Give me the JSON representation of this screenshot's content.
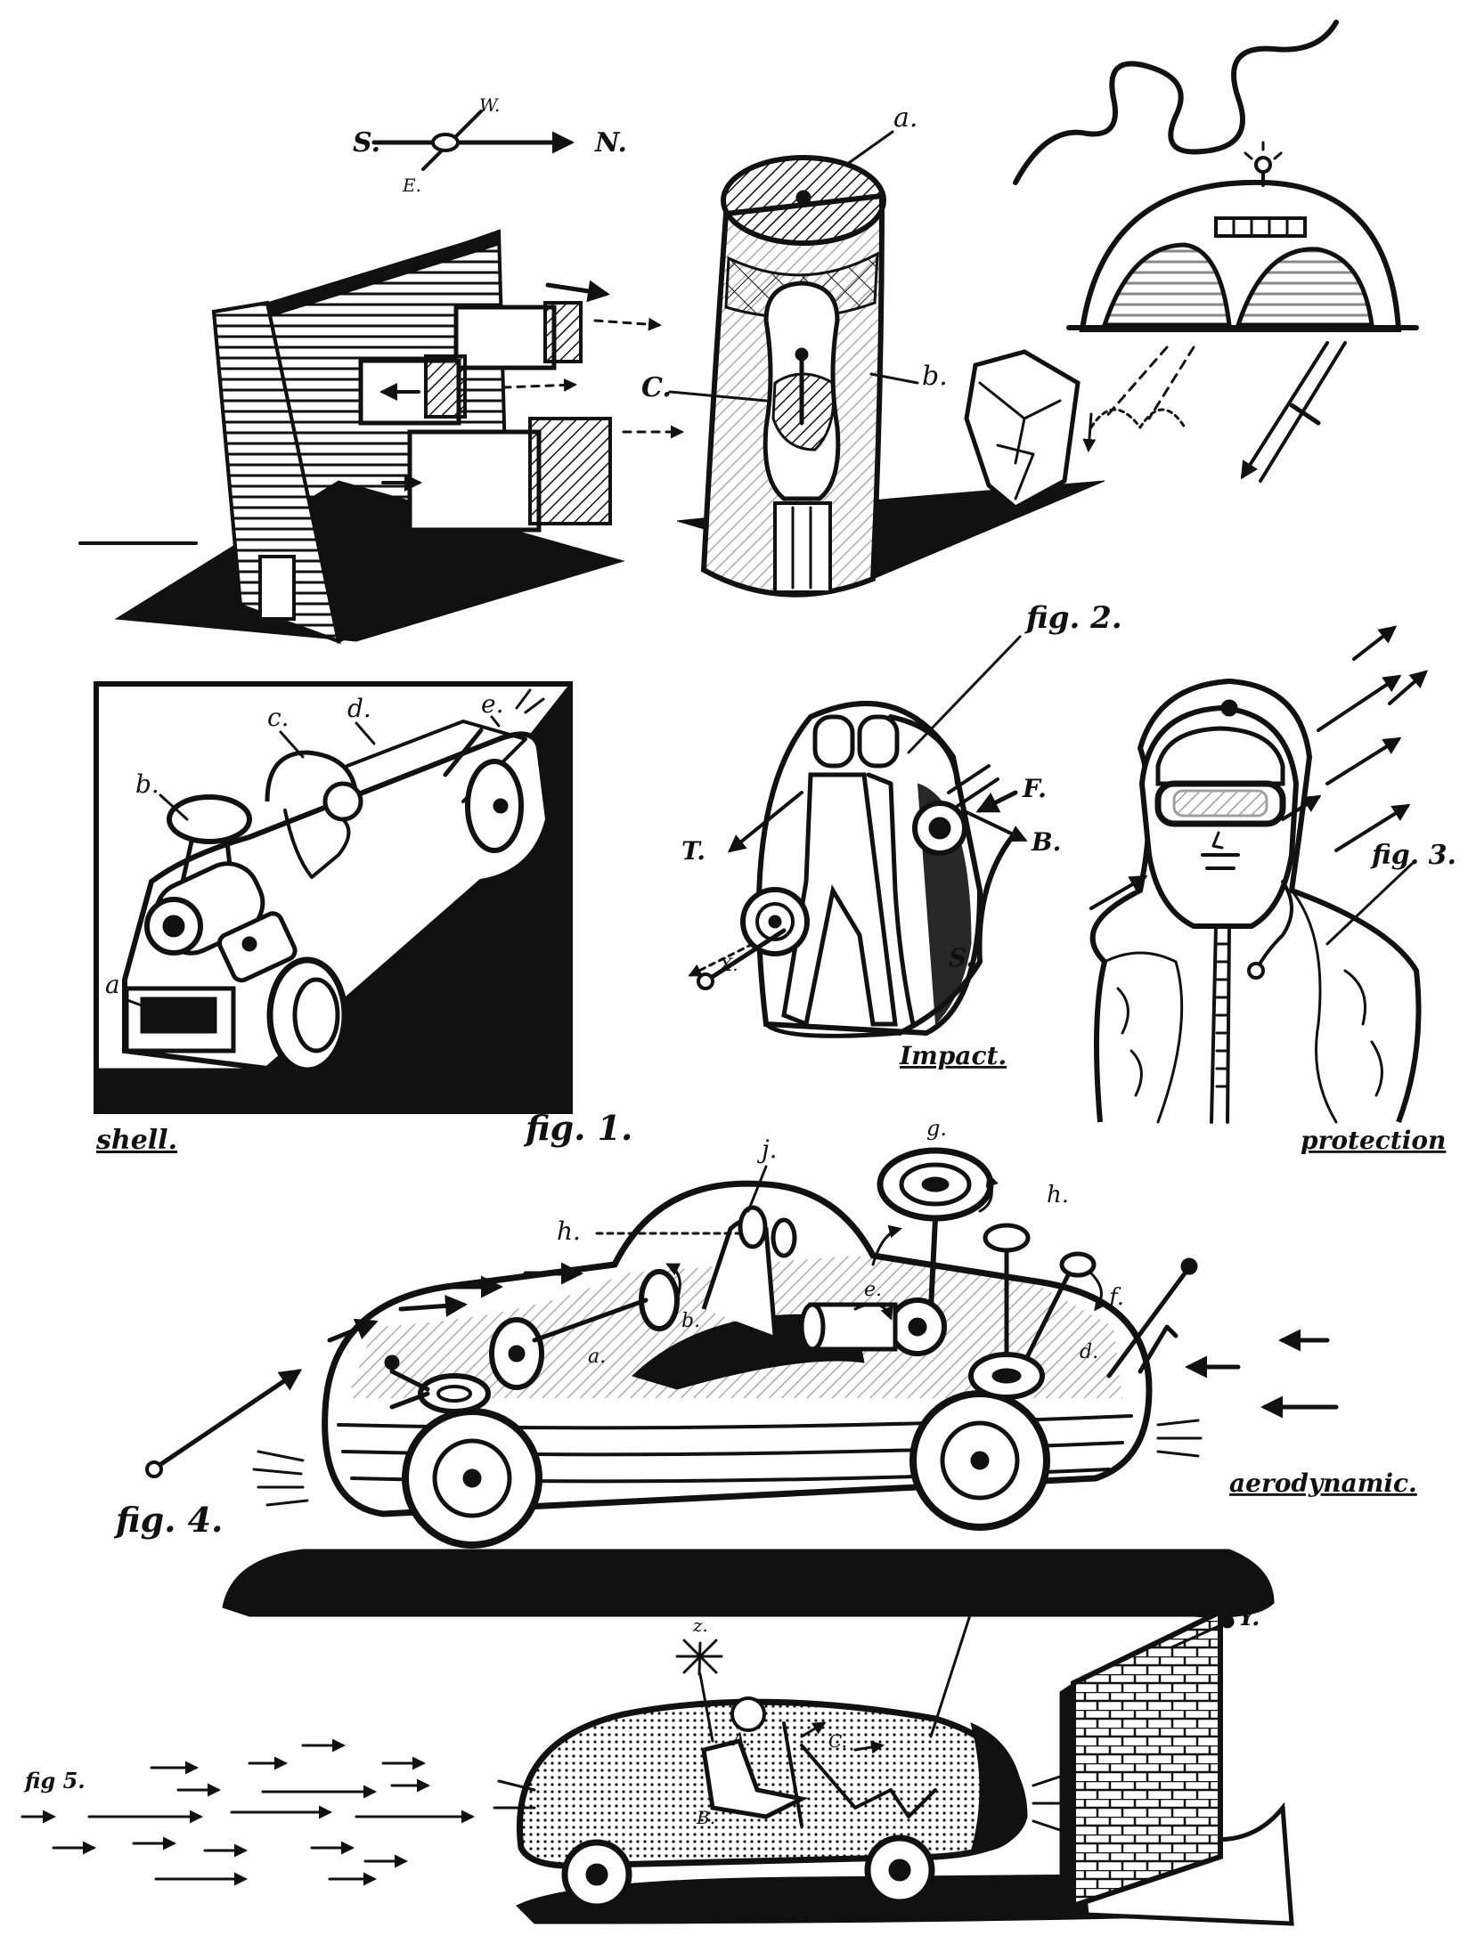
{
  "palette": {
    "ink": "#111111",
    "paper": "#ffffff"
  },
  "compass": {
    "south": "S.",
    "north": "N.",
    "west": "W.",
    "east": "E."
  },
  "tower": {
    "a": "a.",
    "b": "b.",
    "c": "C."
  },
  "fig1": {
    "caption": "fig. 1.",
    "note": "shell.",
    "a": "a.",
    "b": "b.",
    "c": "c.",
    "d": "d.",
    "e": "e."
  },
  "fig2": {
    "caption": "fig. 2.",
    "note": "Impact.",
    "t": "T.",
    "f": "F.",
    "b": "B.",
    "s": "S.",
    "x": "X."
  },
  "fig3": {
    "caption": "fig. 3.",
    "note": "protection"
  },
  "fig4": {
    "caption": "fig. 4.",
    "note": "aerodynamic.",
    "j": "j.",
    "h1": "h.",
    "g": "g.",
    "h2": "h.",
    "f": "f.",
    "e": "e.",
    "b": "b.",
    "a": "a.",
    "d": "d."
  },
  "fig5": {
    "caption": "fig 5.",
    "z": "z.",
    "x": "X.",
    "y": "Y.",
    "a": "A.",
    "b": "B.",
    "c": "C."
  }
}
